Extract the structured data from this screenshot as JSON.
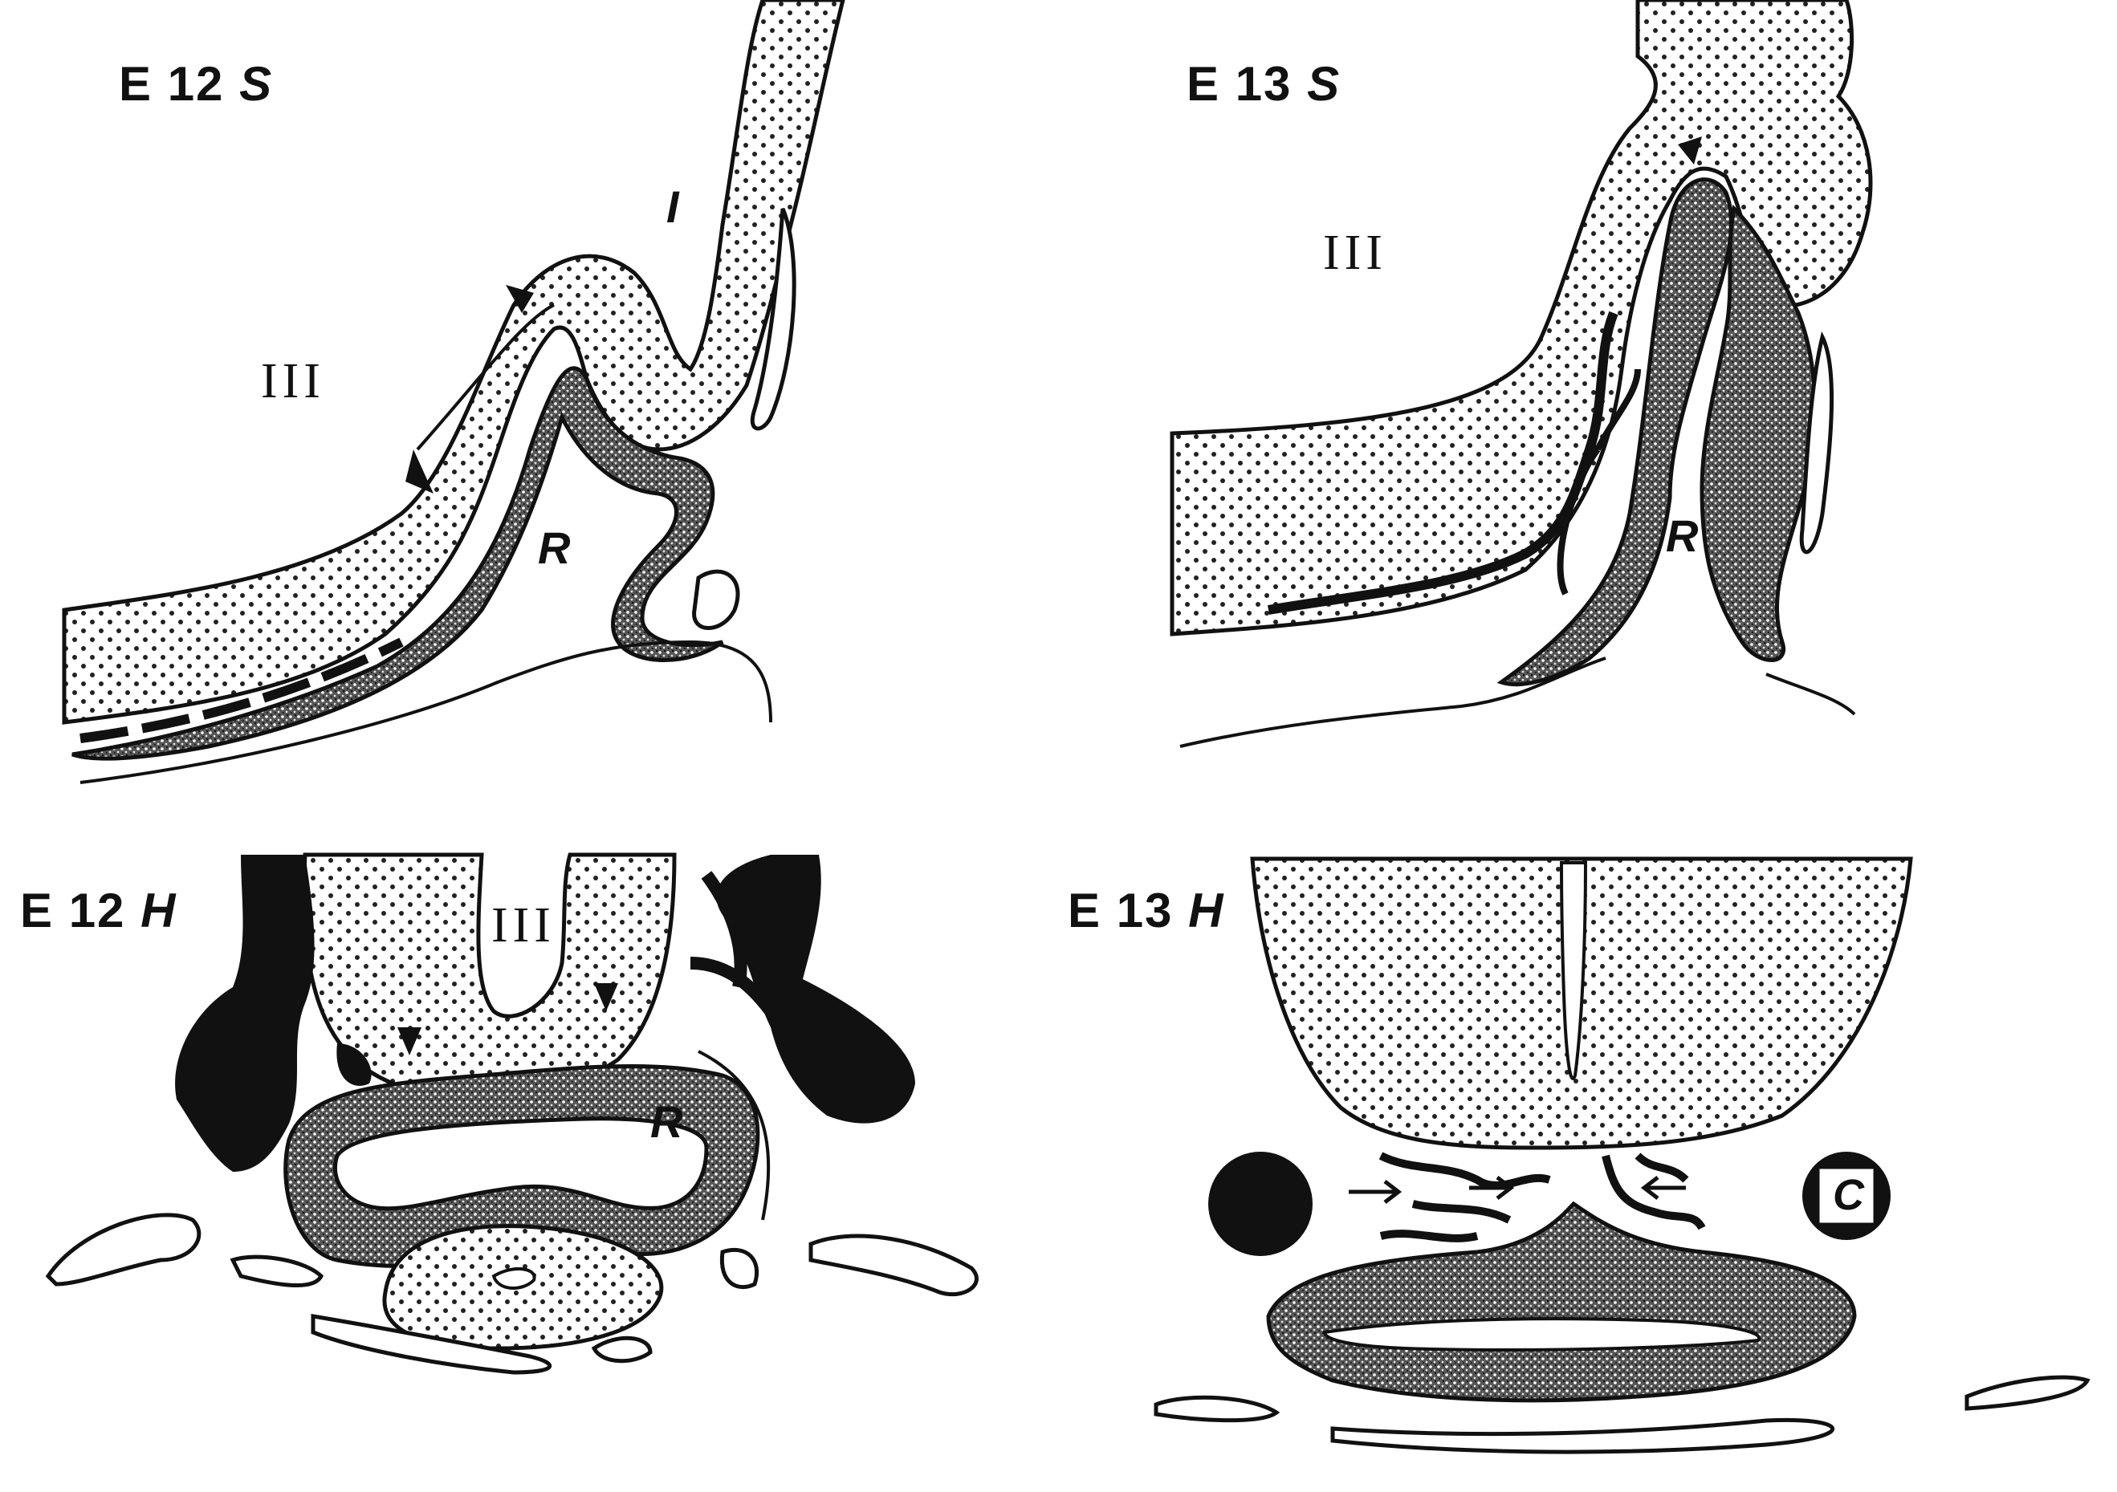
{
  "figure": {
    "panels": [
      {
        "id": "e12s",
        "label_stage": "E 12",
        "label_plane": "S",
        "regions": {
          "third_ventricle": "III",
          "rathke": "R",
          "infundibulum": "I"
        }
      },
      {
        "id": "e13s",
        "label_stage": "E 13",
        "label_plane": "S",
        "regions": {
          "third_ventricle": "III",
          "rathke": "R"
        }
      },
      {
        "id": "e12h",
        "label_stage": "E 12",
        "label_plane": "H",
        "regions": {
          "third_ventricle": "III",
          "rathke": "R"
        }
      },
      {
        "id": "e13h",
        "label_stage": "E 13",
        "label_plane": "H",
        "regions": {
          "carotid": "C"
        }
      }
    ],
    "colors": {
      "ink": "#111111",
      "paper": "#ffffff",
      "stipple": "#222222"
    }
  }
}
